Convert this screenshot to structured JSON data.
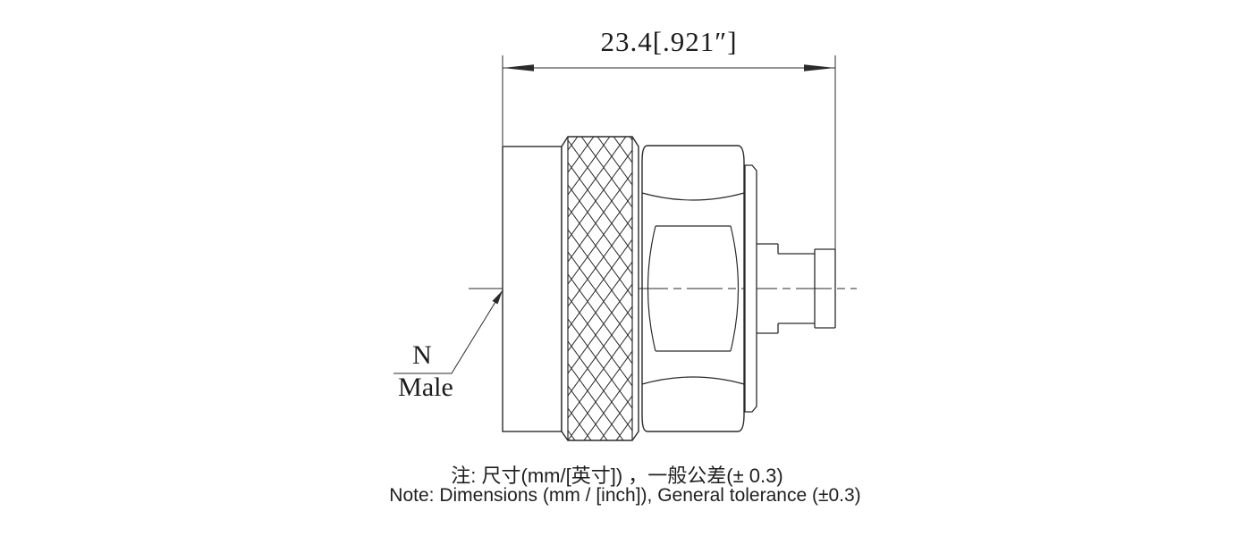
{
  "page": {
    "background": "#ffffff"
  },
  "drawing": {
    "stroke_color": "#2a2a2a",
    "dimension_label": "23.4[.921″]",
    "connector_label": {
      "line1": "N",
      "line2": "Male"
    },
    "notes": {
      "chinese": "注: 尺寸(mm/[英寸]) ，一般公差(± 0.3)",
      "english": "Note: Dimensions (mm / [inch]), General tolerance (±0.3)"
    }
  }
}
